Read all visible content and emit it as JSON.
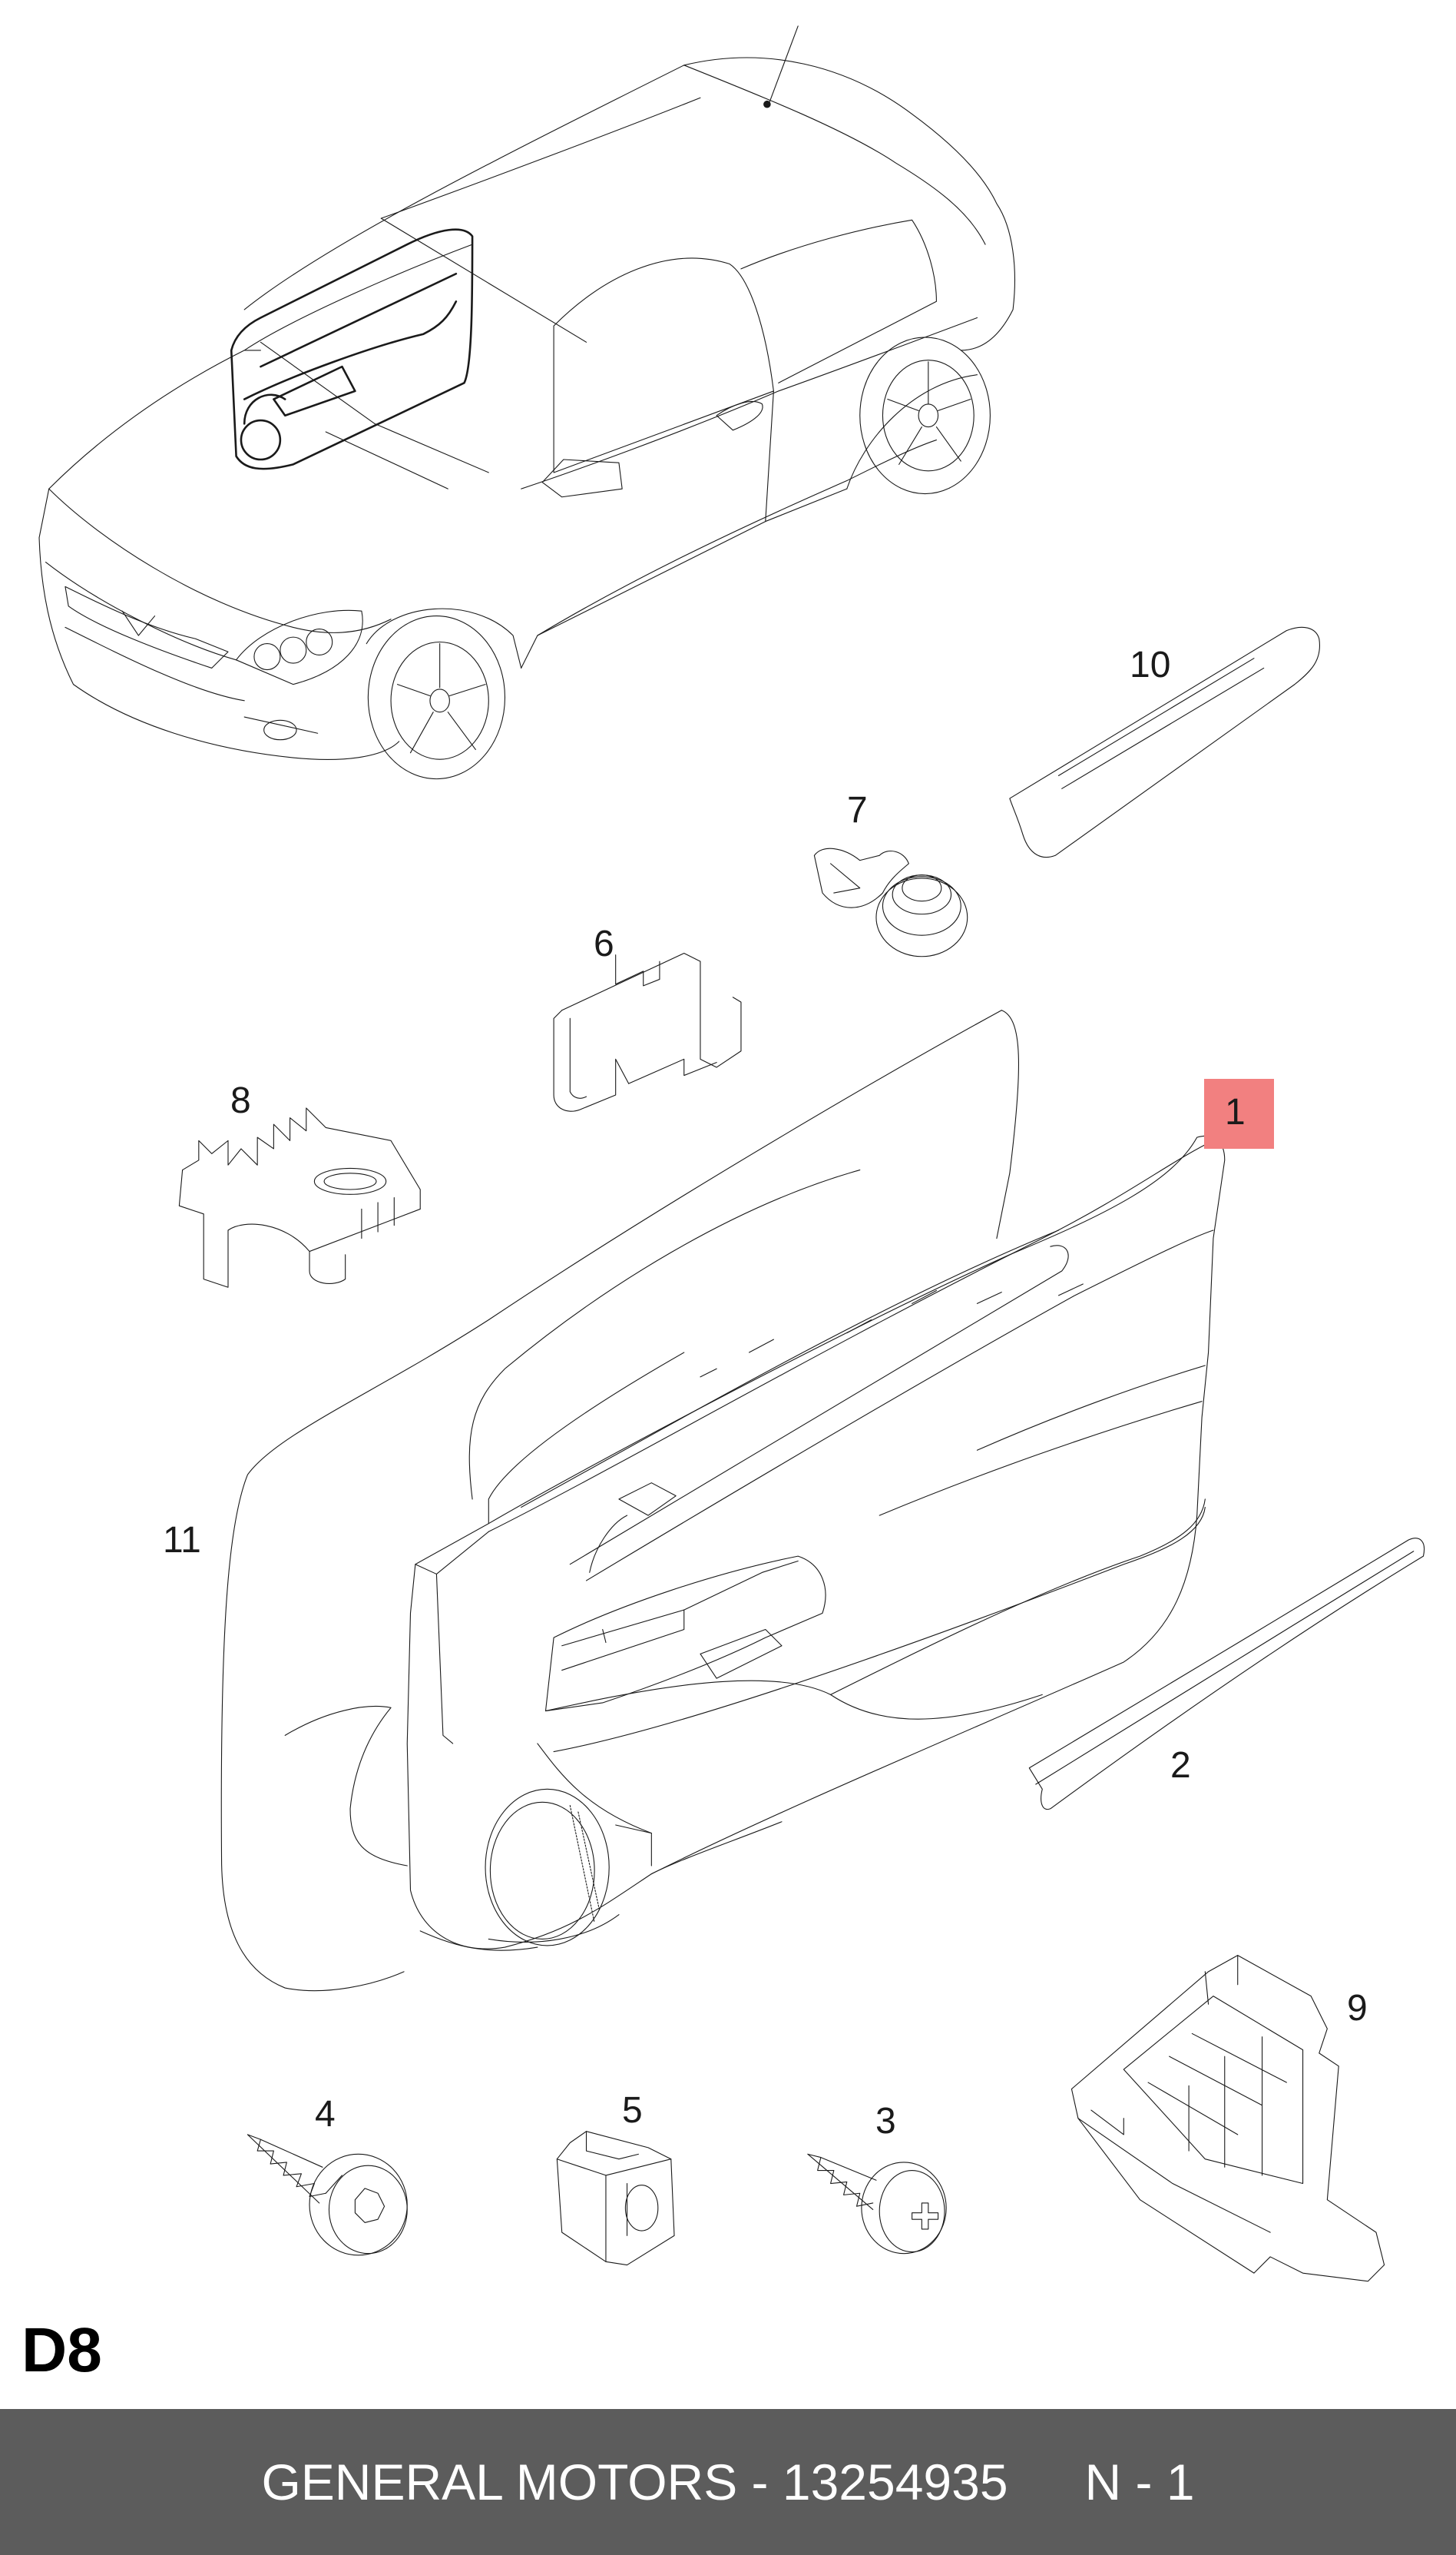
{
  "diagram": {
    "section_code": "D8",
    "callouts": [
      {
        "id": "10",
        "label": "10"
      },
      {
        "id": "7",
        "label": "7"
      },
      {
        "id": "6",
        "label": "6"
      },
      {
        "id": "8",
        "label": "8"
      },
      {
        "id": "1",
        "label": "1",
        "highlighted": true
      },
      {
        "id": "11",
        "label": "11"
      },
      {
        "id": "2",
        "label": "2"
      },
      {
        "id": "9",
        "label": "9"
      },
      {
        "id": "4",
        "label": "4"
      },
      {
        "id": "5",
        "label": "5"
      },
      {
        "id": "3",
        "label": "3"
      }
    ],
    "highlight_color": "#f28080"
  },
  "footer": {
    "brand_part": "GENERAL MOTORS - 13254935",
    "quantity": "N - 1",
    "background": "#5c5c5c"
  }
}
